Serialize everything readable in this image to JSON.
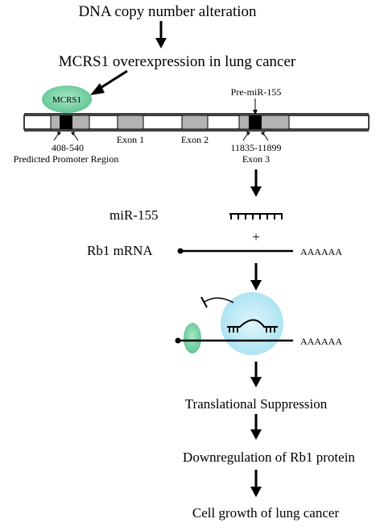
{
  "steps": {
    "step1": "DNA copy number alteration",
    "step2": "MCRS1 overexpression in lung cancer",
    "step3": "Translational Suppression",
    "step4": "Downregulation of Rb1 protein",
    "step5": "Cell growth of lung cancer"
  },
  "gene": {
    "mcrs1_label": "MCRS1",
    "pre_mir_label": "Pre-miR-155",
    "promoter_range": "408-540",
    "promoter_label": "Predicted Promoter Region",
    "exon1": "Exon 1",
    "exon2": "Exon 2",
    "exon3_range": "11835-11899",
    "exon3": "Exon 3"
  },
  "binding": {
    "mir_label": "miR-155",
    "plus": "+",
    "mrna_label": "Rb1 mRNA",
    "polya_tail": "AAAAAA",
    "polya_tail_complex": "AAAAAA"
  },
  "colors": {
    "mcrs1_fill": "#7dd3a8",
    "risc_fill": "#bfe9f5",
    "exon_fill": "#b3b3b3",
    "ink": "#000000"
  }
}
